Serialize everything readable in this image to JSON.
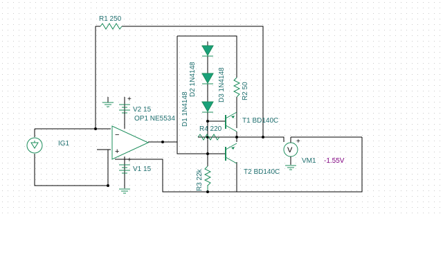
{
  "components": {
    "r1": "R1 250",
    "r2": "R2 50",
    "r3": "R3 22k",
    "r4": "R4 220",
    "d1": "D1 1N4148",
    "d2": "D2 1N4148",
    "d3": "D3 1N4148",
    "v1": "V1 15",
    "v2": "V2 15",
    "op1": "OP1 NE5534",
    "t1": "T1 BD140C",
    "t2": "T2 BD140C",
    "ig1": "IG1",
    "vm1": "VM1",
    "vm1_value": "-1.55V",
    "vm_symbol": "V",
    "plus": "+",
    "minus": "−"
  },
  "colors": {
    "wire": "#000000",
    "component": "#1a8c5a",
    "label": "#1e6e6e",
    "reading": "#800080",
    "diode_fill": "#1aa07a",
    "grid_dot": "#c8c8c8"
  }
}
